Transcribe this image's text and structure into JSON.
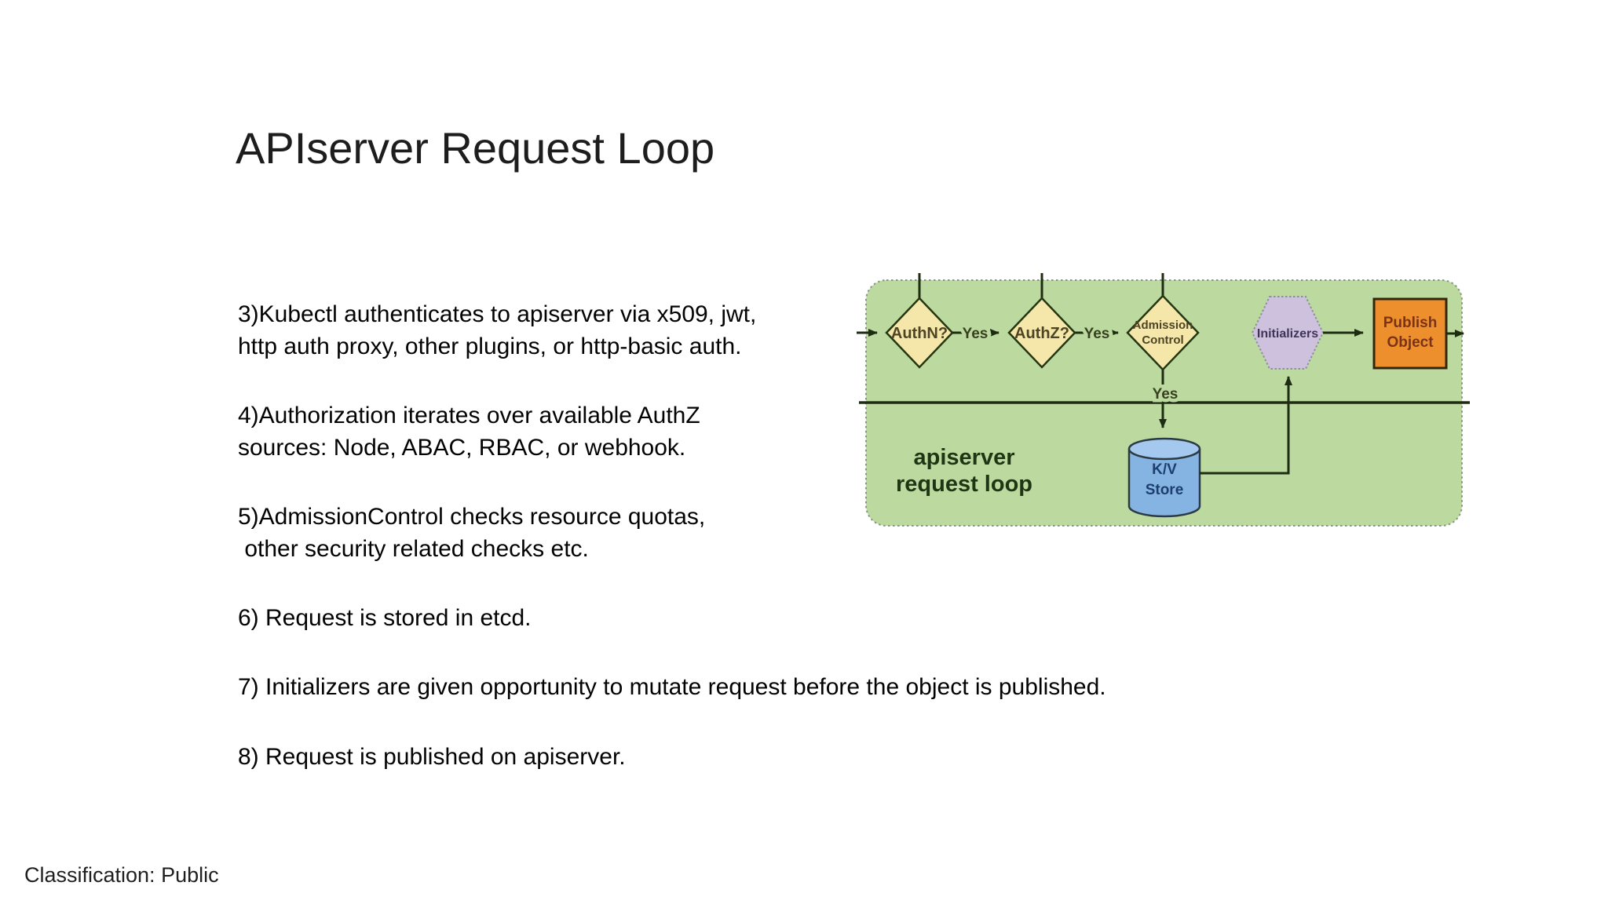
{
  "slide": {
    "title": "APIserver Request Loop",
    "footer": "Classification: Public",
    "steps": [
      "3)Kubectl authenticates to apiserver via x509, jwt,\nhttp auth proxy, other plugins, or http-basic auth.",
      "4)Authorization iterates over available AuthZ\nsources: Node, ABAC, RBAC, or webhook.",
      "5)AdmissionControl checks resource quotas,\n other security related checks etc.",
      "6) Request is stored in etcd.",
      "7) Initializers are given opportunity to mutate request before the object is published.",
      "8) Request is published on apiserver."
    ]
  },
  "diagram": {
    "caption_line1": "apiserver",
    "caption_line2": "request loop",
    "nodes": {
      "authn": "AuthN?",
      "authz": "AuthZ?",
      "admission_line1": "Admission",
      "admission_line2": "Control",
      "initializers": "Initializers",
      "publish_line1": "Publish",
      "publish_line2": "Object",
      "kv_line1": "K/V",
      "kv_line2": "Store"
    },
    "edge_labels": {
      "yes_authn_authz": "Yes",
      "yes_authz_admission": "Yes",
      "yes_admission_store": "Yes"
    },
    "colors": {
      "panel_green": "#bcdaa0",
      "diamond_yellow": "#f4e7a9",
      "hexagon_lavender": "#cdc1dd",
      "publish_orange": "#ee8f2d",
      "cylinder_blue": "#85b4e2",
      "cylinder_top_blue": "#a5c8ee",
      "line_dark": "#1e2c12"
    }
  }
}
